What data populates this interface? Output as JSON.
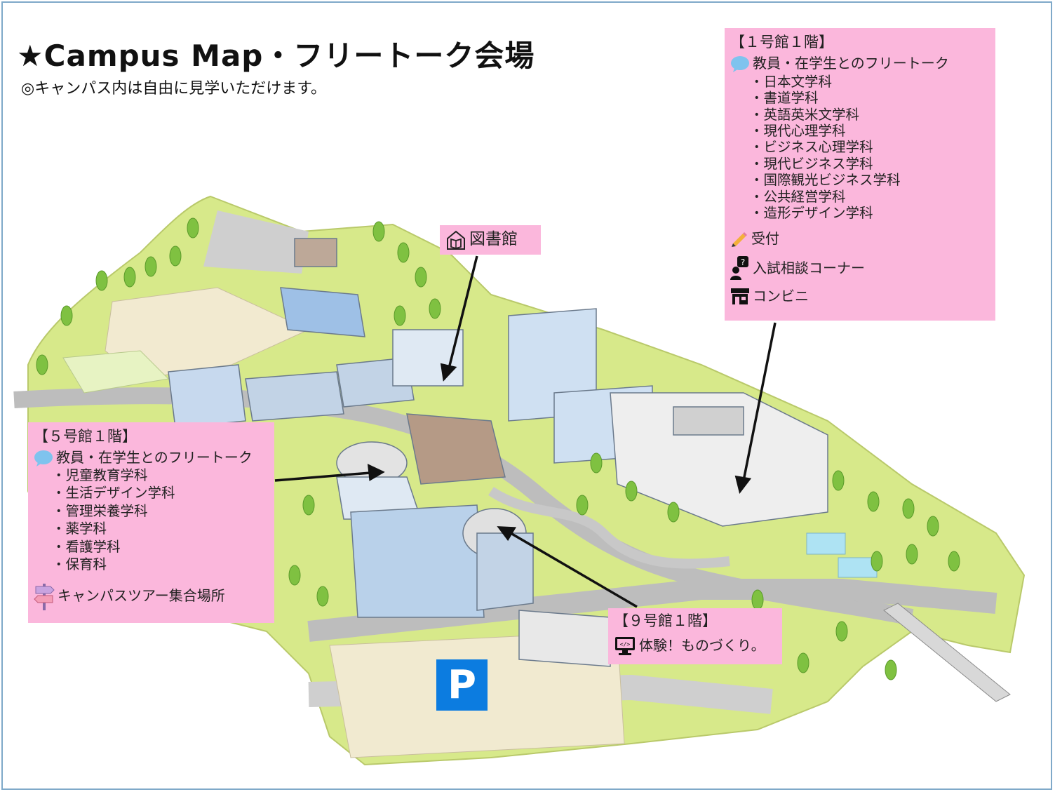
{
  "header": {
    "title": "★Campus Map・フリートーク会場",
    "subtitle": "◎キャンパス内は自由に見学いただけます。"
  },
  "building1": {
    "heading": "【１号館１階】",
    "free_talk": "教員・在学生とのフリートーク",
    "departments": [
      "・日本文学科",
      "・書道学科",
      "・英語英米文学科",
      "・現代心理学科",
      "・ビジネス心理学科",
      "・現代ビジネス学科",
      "・国際観光ビジネス学科",
      "・公共経営学科",
      "・造形デザイン学科"
    ],
    "reception": "受付",
    "admission_consult": "入試相談コーナー",
    "convenience_store": "コンビニ"
  },
  "library": {
    "label": "図書館"
  },
  "building5": {
    "heading": "【５号館１階】",
    "free_talk": "教員・在学生とのフリートーク",
    "departments": [
      "・児童教育学科",
      "・生活デザイン学科",
      "・管理栄養学科",
      "・薬学科",
      "・看護学科",
      "・保育科"
    ],
    "tour_meeting_point": "キャンパスツアー集合場所"
  },
  "building9": {
    "heading": "【９号館１階】",
    "experience": "体験！ものづくり。"
  },
  "parking": {
    "label": "P"
  },
  "colors": {
    "info_box": "#fbb7dc",
    "parking": "#0c7ce0",
    "lawn": "#d7e98a",
    "road": "#bdbdbd",
    "building_blue": "#8fb5e0",
    "border": "#7fa9c9"
  },
  "icons": {
    "talk": "speech-bubble-icon",
    "reception": "pencil-icon",
    "consult": "question-person-icon",
    "store": "store-icon",
    "library": "book-house-icon",
    "tour": "signpost-icon",
    "experience": "computer-icon"
  }
}
